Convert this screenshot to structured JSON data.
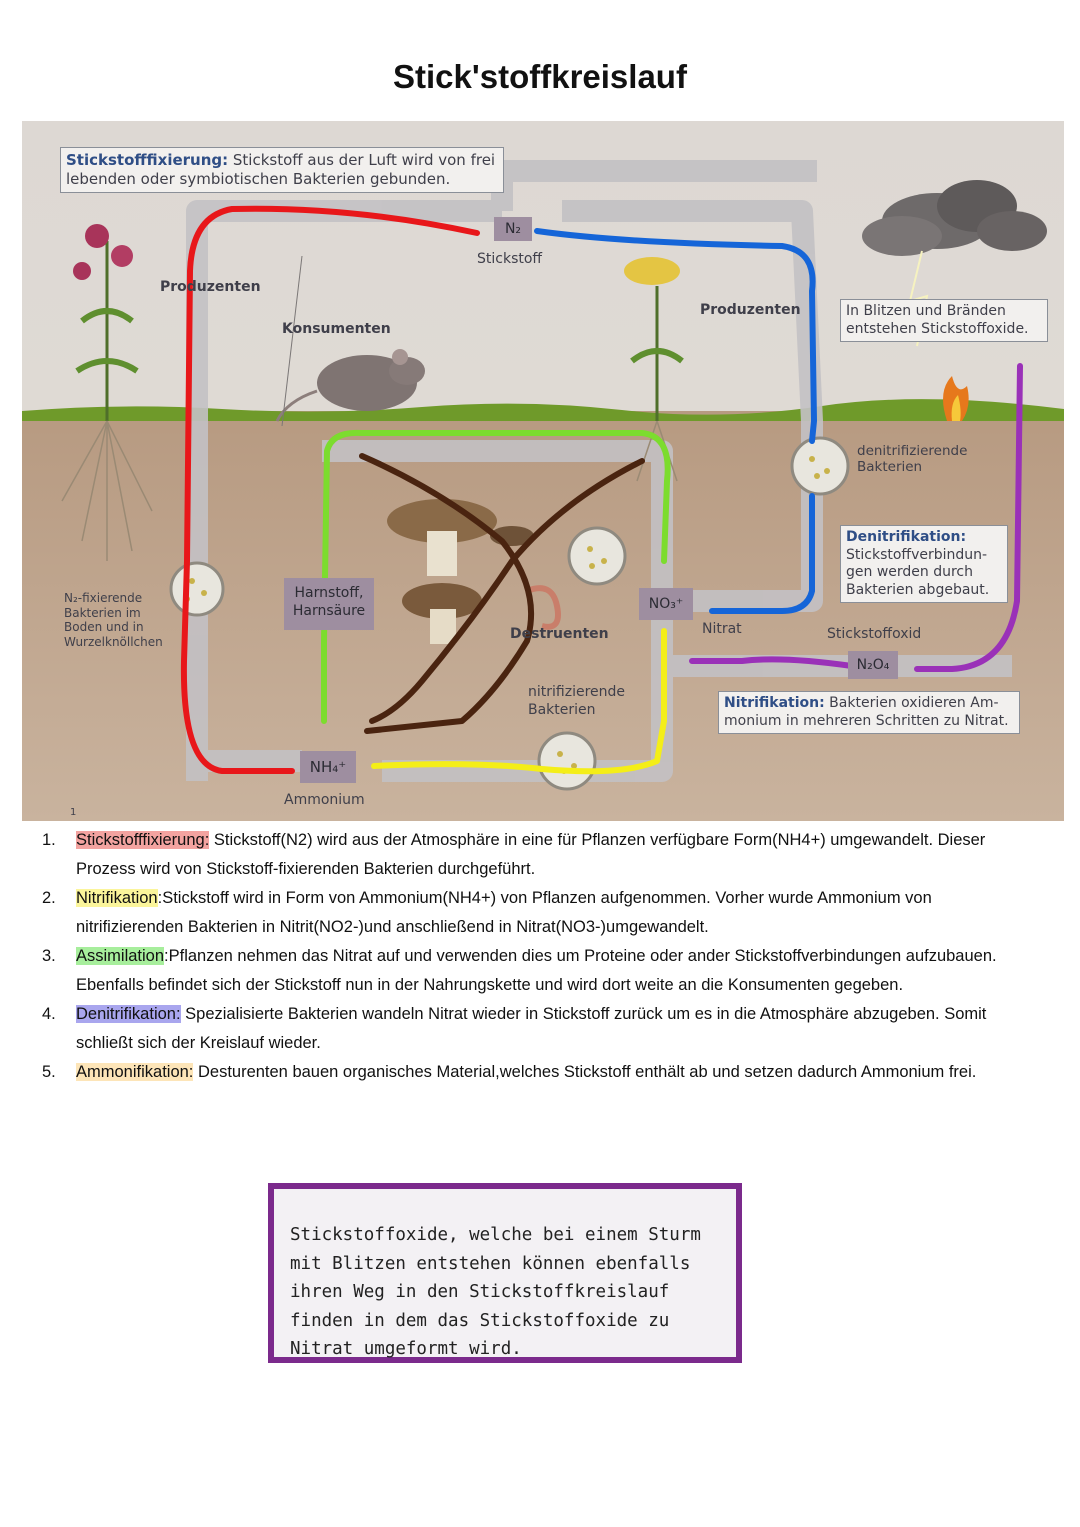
{
  "page": {
    "title": "Stick'stoffkreislauf"
  },
  "diagram": {
    "fixation_box": "Stickstofffixierung: Stickstoff aus der Luft wird von frei lebenden oder symbiotischen Bakterien gebunden.",
    "fixation_box_bold": "Stickstofffixierung:",
    "fixation_box_rest": " Stickstoff aus der Luft wird von frei lebenden oder symbiotischen Bakterien gebunden.",
    "n2": "N₂",
    "stickstoff": "Stickstoff",
    "produzenten_left": "Produzenten",
    "konsumenten": "Konsumenten",
    "produzenten_right": "Produzenten",
    "lightning_box": "In Blitzen und Bränden entstehen Stickstoffoxide.",
    "denitrifizierende": "denitrifizierende Bakterien",
    "denitrification_title": "Denitrifikation:",
    "denitrification_text": "Stickstoffverbindun-gen werden durch Bakterien abgebaut.",
    "nfix_bacteria": "N₂-fixierende Bakterien im Boden und in Wurzelknöllchen",
    "harnstoff": "Harnstoff, Harnsäure",
    "destruenten": "Destruenten",
    "no3": "NO₃⁺",
    "nitrat": "Nitrat",
    "stickstoffoxid": "Stickstoffoxid",
    "n2o4": "N₂O₄",
    "nitrifizierende": "nitrifizierende Bakterien",
    "nitrification_title": "Nitrifikation:",
    "nitrification_text": " Bakterien oxidieren Am-monium in mehreren Schritten zu Nitrat.",
    "nh4": "NH₄⁺",
    "ammonium": "Ammonium",
    "figure_number": "1"
  },
  "steps": [
    {
      "num": "1.",
      "term": "Stickstofffixierung:",
      "color": "#f3a3a0",
      "text": " Stickstoff(N2) wird aus der Atmosphäre in eine für Pflanzen verfügbare Form(NH4+) umgewandelt. Dieser Prozess wird von Stickstoff-fixierenden Bakterien durchgeführt."
    },
    {
      "num": "2.",
      "term": "Nitrifikation",
      "color": "#fbf59b",
      "text": ":Stickstoff wird in Form von Ammonium(NH4+) von Pflanzen aufgenommen. Vorher wurde Ammonium von nitrifizierenden Bakterien in Nitrit(NO2-)und anschließend in Nitrat(NO3-)umgewandelt."
    },
    {
      "num": "3.",
      "term": "Assimilation",
      "color": "#a7ee9c",
      "text": ":Pflanzen nehmen das Nitrat auf und verwenden dies um Proteine oder ander Stickstoffverbindungen aufzubauen. Ebenfalls befindet sich der Stickstoff nun in der Nahrungskette und wird dort weite an die Konsumenten gegeben."
    },
    {
      "num": "4.",
      "term": "Denitrifikation:",
      "color": "#a9a6ee",
      "text": " Spezialisierte Bakterien wandeln Nitrat wieder in Stickstoff zurück um es in die Atmosphäre abzugeben. Somit schließt sich der Kreislauf wieder."
    },
    {
      "num": "5.",
      "term": "Ammonifikation:",
      "color": "#fde5b8",
      "text": " Desturenten bauen organisches Material,welches Stickstoff enthält ab und setzen dadurch Ammonium frei."
    }
  ],
  "note": {
    "text": "Stickstoffoxide, welche bei einem Sturm mit Blitzen entstehen können ebenfalls ihren Weg in den Stickstoffkreislauf finden in dem das Stickstoffoxide zu Nitrat umgeformt wird."
  },
  "colors": {
    "red": "#e8171a",
    "blue": "#1565d8",
    "green": "#7cdc2e",
    "brown": "#4a2410",
    "yellow": "#f4ee18",
    "purple": "#9a31b8",
    "note_border": "#7b2a8c"
  }
}
